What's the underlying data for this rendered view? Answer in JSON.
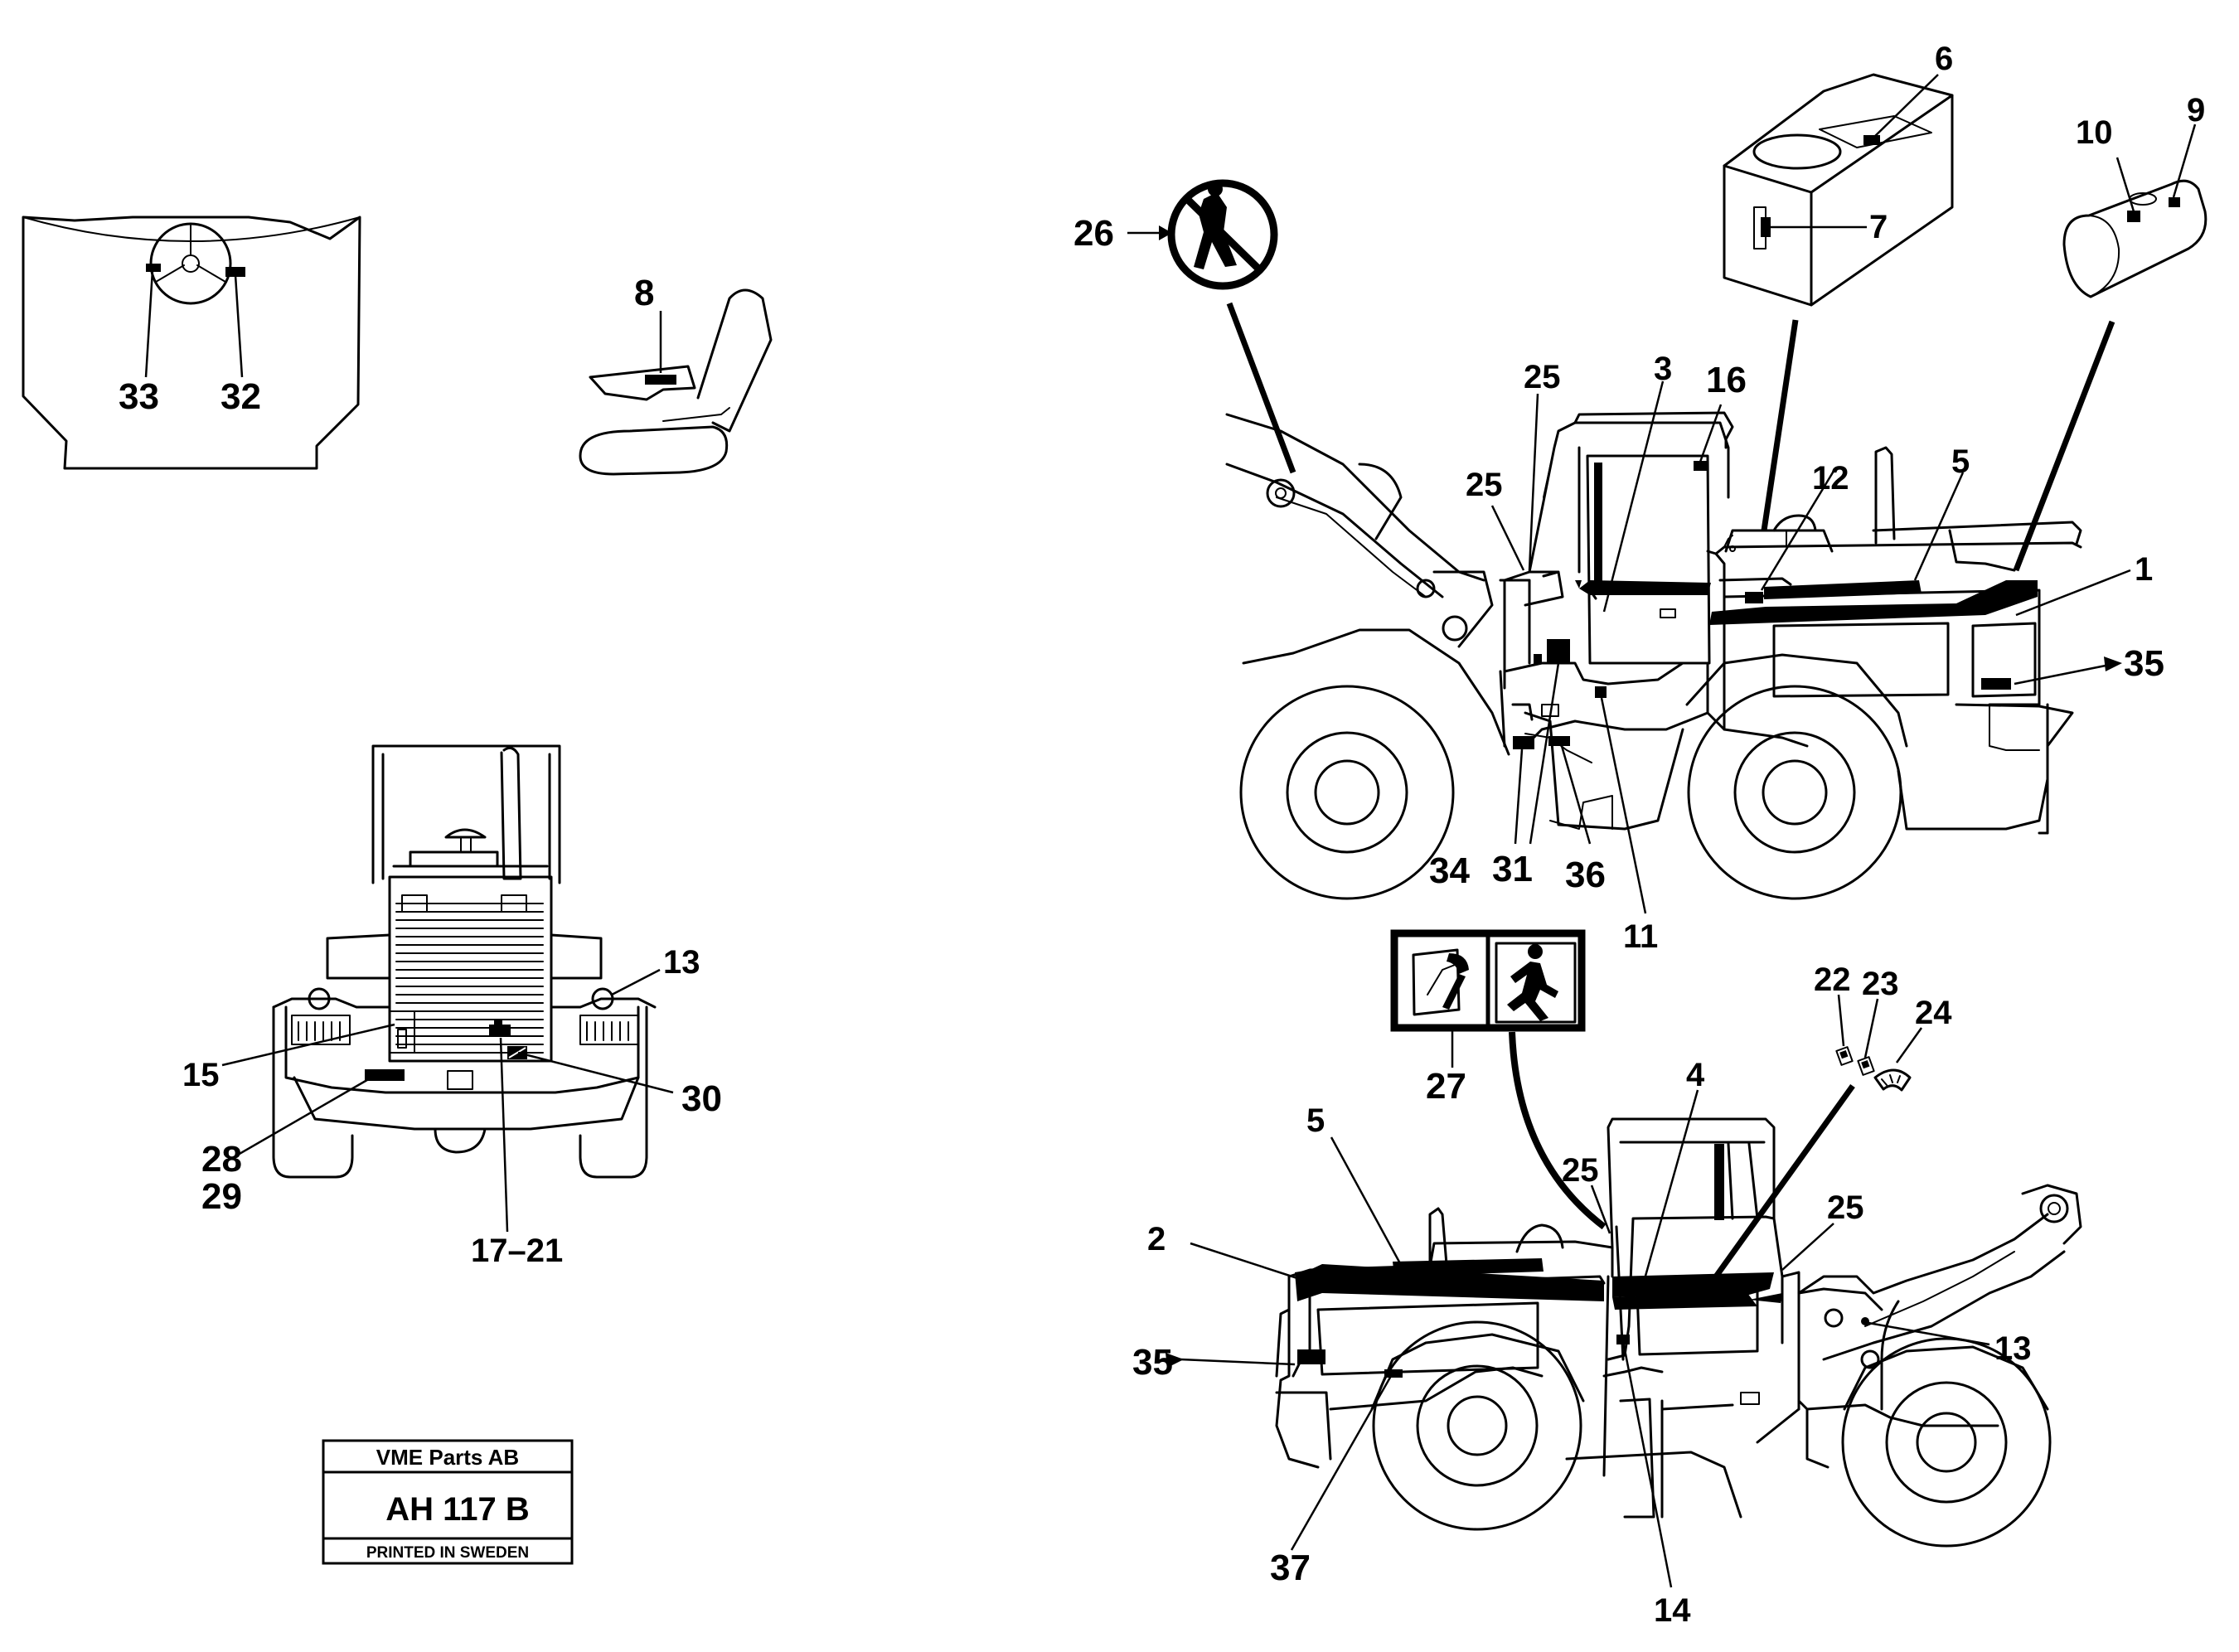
{
  "labels": {
    "dash_33": "33",
    "dash_32": "32",
    "seat_8": "8",
    "top_26": "26",
    "top_6": "6",
    "top_7": "7",
    "top_10": "10",
    "top_9": "9",
    "top_25a": "25",
    "top_3": "3",
    "top_16": "16",
    "top_25b": "25",
    "top_12": "12",
    "top_5": "5",
    "top_1": "1",
    "top_35": "35",
    "top_34": "34",
    "top_31": "31",
    "top_36": "36",
    "top_11": "11",
    "front_13": "13",
    "front_15": "15",
    "front_30": "30",
    "front_28": "28",
    "front_29": "29",
    "front_17_21": "17–21",
    "bot_27": "27",
    "bot_22": "22",
    "bot_23": "23",
    "bot_24": "24",
    "bot_4": "4",
    "bot_5": "5",
    "bot_25a": "25",
    "bot_25b": "25",
    "bot_2": "2",
    "bot_35": "35",
    "bot_13": "13",
    "bot_37": "37",
    "bot_14": "14"
  },
  "title_block": {
    "company": "VME Parts AB",
    "code": "AH 117 B",
    "printed": "PRINTED IN SWEDEN"
  }
}
